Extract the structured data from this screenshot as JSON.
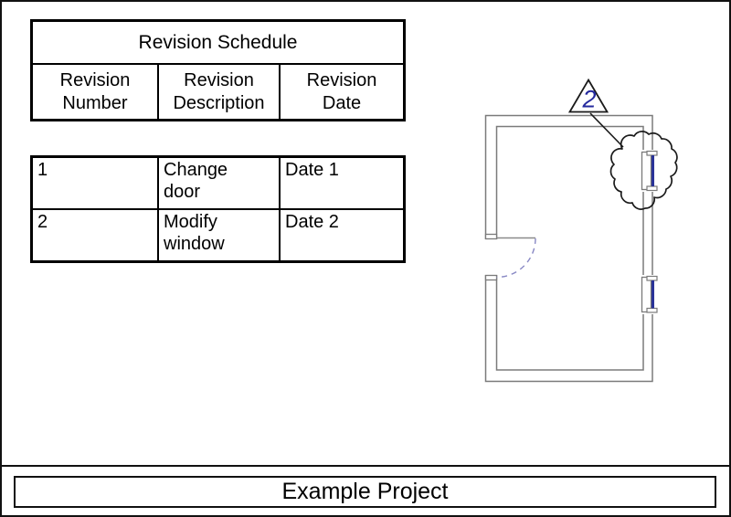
{
  "revision_schedule": {
    "title": "Revision Schedule",
    "columns": [
      "Revision Number",
      "Revision Description",
      "Revision Date"
    ],
    "rows": [
      {
        "number": "1",
        "description": "Change door",
        "date": "Date 1"
      },
      {
        "number": "2",
        "description": "Modify window",
        "date": "Date 2"
      }
    ]
  },
  "plan": {
    "revision_tag_number": "2",
    "colors": {
      "annotation_navy": "#252a9e",
      "window_glass_navy": "#2a3398",
      "door_swing_blue": "#8888c4",
      "wall_gray": "#7a7a7a",
      "cloud_black": "#1a1a1a"
    }
  },
  "title_block": {
    "project_name": "Example Project"
  }
}
